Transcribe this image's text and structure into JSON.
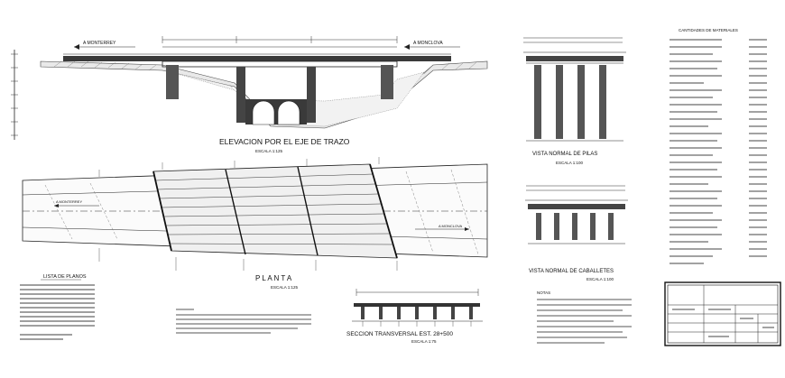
{
  "drawing": {
    "elevation": {
      "title": "ELEVACION POR EL EJE DE TRAZO",
      "scale": "ESCALA 1:125",
      "dir_left": "A MONTERREY",
      "dir_right": "A MONCLOVA"
    },
    "plan": {
      "title": "P L A N T A",
      "scale": "ESCALA 1:125",
      "dir_left": "A MONTERREY",
      "dir_right": "A MONCLOVA"
    },
    "piers_view": {
      "title": "VISTA NORMAL DE PILAS",
      "scale": "ESCALA 1:100"
    },
    "abutments_view": {
      "title": "VISTA NORMAL DE CABALLETES",
      "scale": "ESCALA 1:100"
    },
    "section": {
      "title": "SECCION TRANSVERSAL EST. 28+500",
      "scale": "ESCALA 1:75"
    },
    "plan_list": {
      "title": "LISTA DE PLANOS"
    },
    "materials": {
      "title": "CANTIDADES DE MATERIALES"
    },
    "notes": {
      "title": "NOTAS"
    }
  }
}
